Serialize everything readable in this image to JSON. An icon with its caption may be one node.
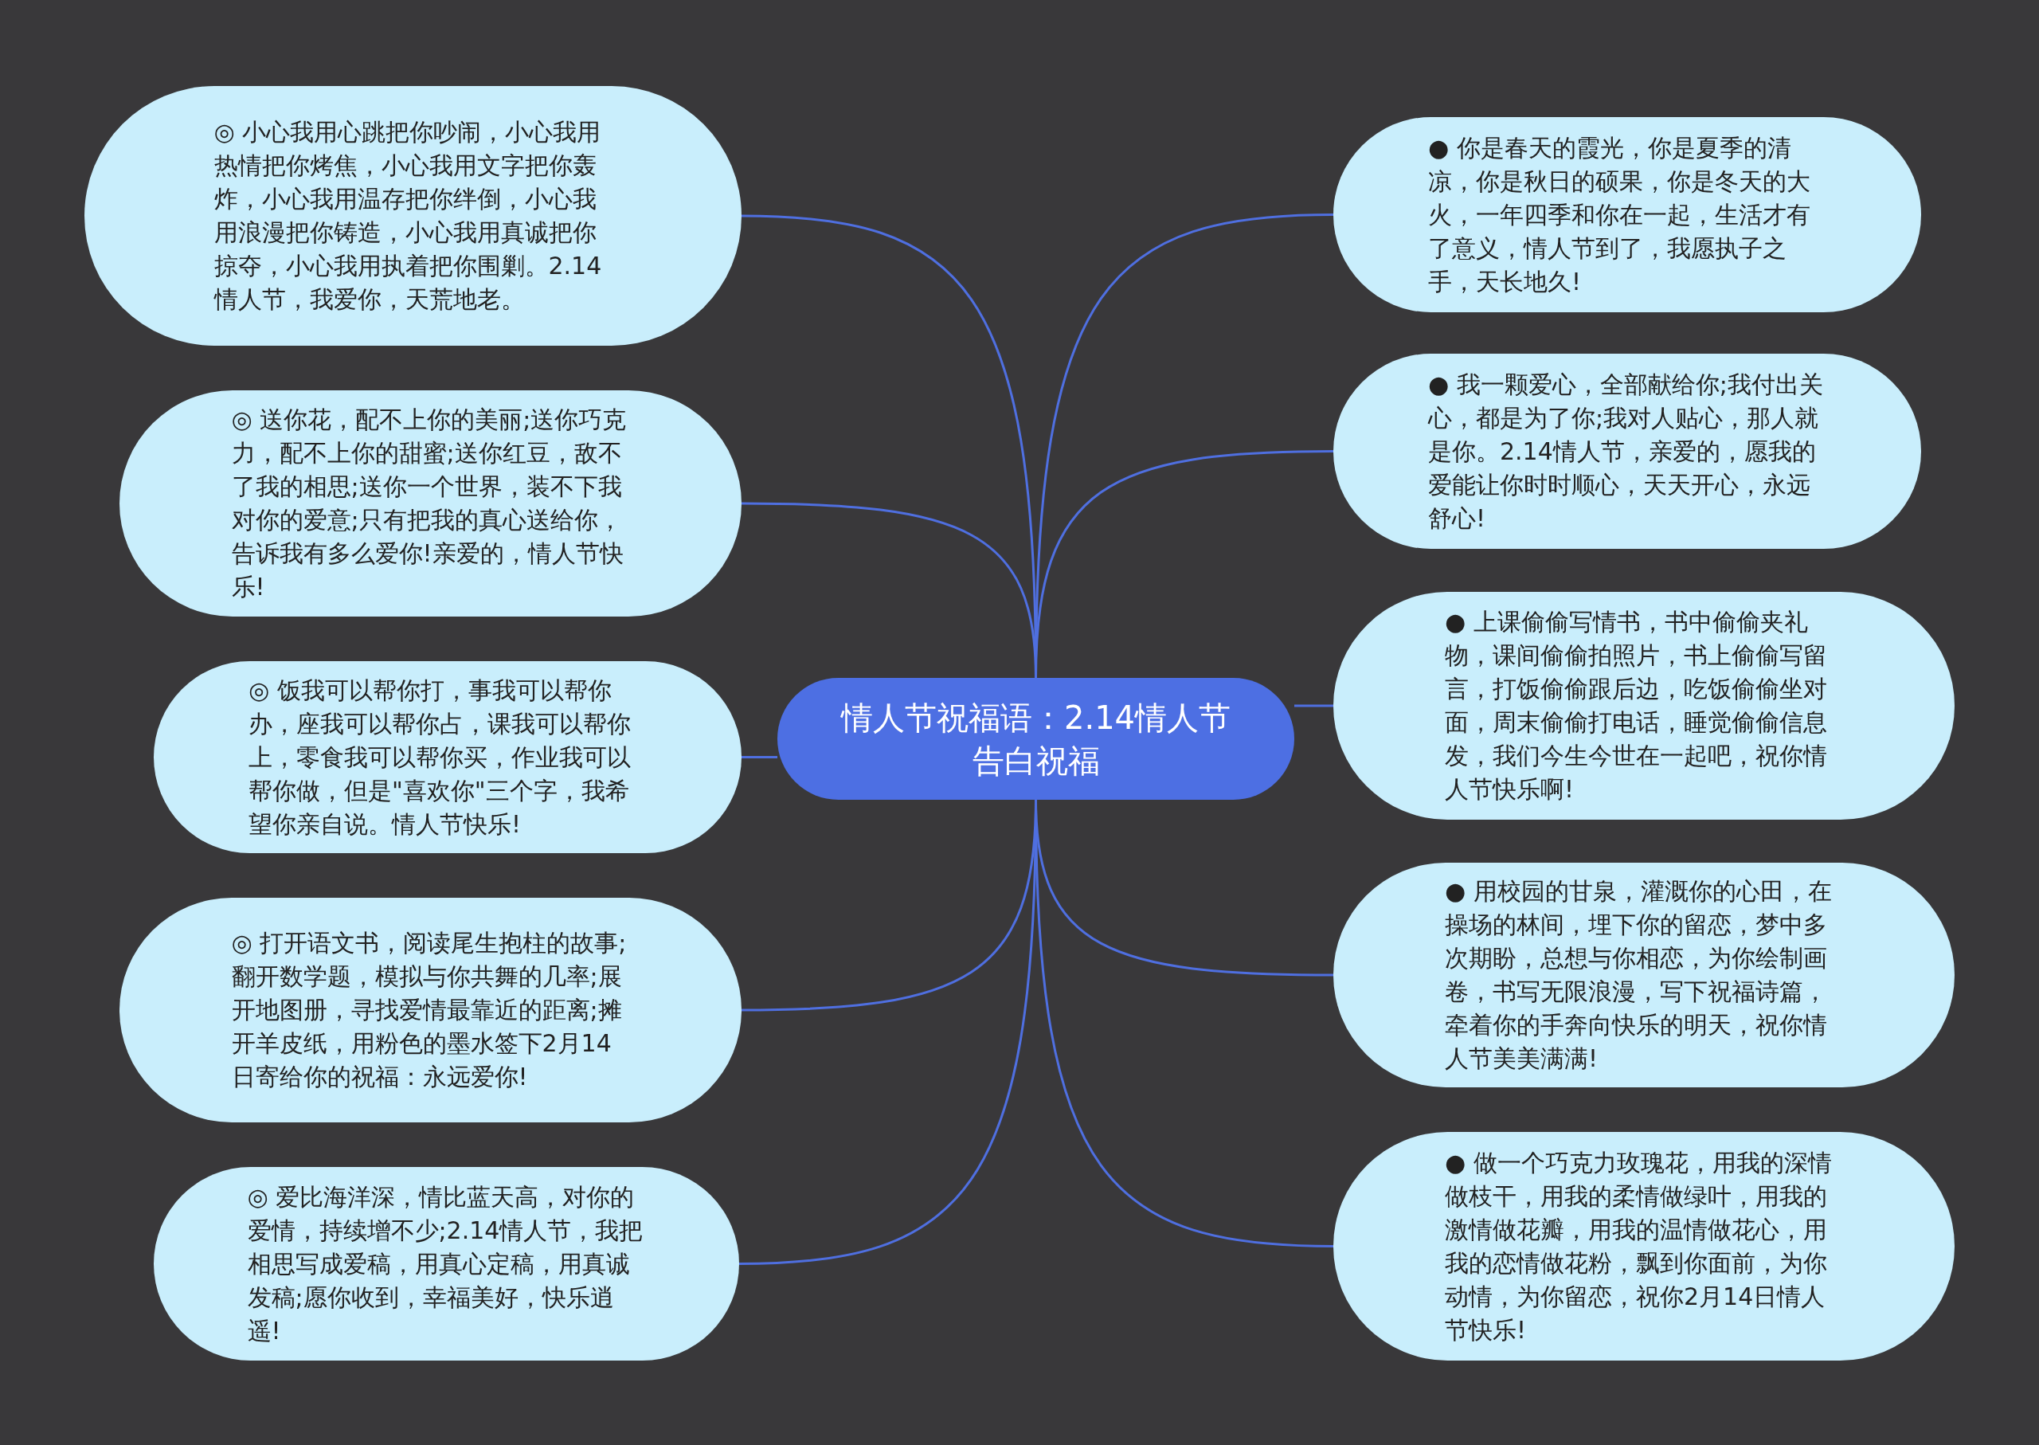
{
  "diagram": {
    "nodes": [
      {
        "text": [
          "情人节祝福语：2.14情人节告白祝福"
        ]
      },
      {
        "text": [
          "◎ 小心我用心跳把你吵闹，小心我用热情把你烤焦，小心我用文字把你轰炸，小心我用温存把你绊倒，小心我用浪漫把你铸造，小心我用真诚把你掠夺，小心我用执着把你围剿。2.14情人节，我爱你，天荒地老。"
        ]
      },
      {
        "text": [
          "◎ 送你花，配不上你的美丽;送你巧克力，配不上你的甜蜜;送你红豆，敌不了我的相思;送你一个世界，装不下我对你的爱意;只有把我的真心送给你，告诉我有多么爱你!亲爱的，情人节快乐!"
        ]
      },
      {
        "text": [
          "◎ 饭我可以帮你打，事我可以帮你办，座我可以帮你占，课我可以帮你上，零食我可以帮你买，作业我可以帮你做，但是\"喜欢你\"三个字，我希望你亲自说。情人节快乐!"
        ]
      },
      {
        "text": [
          "◎ 打开语文书，阅读尾生抱柱的故事;翻开数学题，模拟与你共舞的几率;展开地图册，寻找爱情最靠近的距离;摊开羊皮纸，用粉色的墨水签下2月14日寄给你的祝福：永远爱你!"
        ]
      },
      {
        "text": [
          "◎ 爱比海洋深，情比蓝天高，对你的爱情，持续增不少;2.14情人节，我把相思写成爱稿，用真心定稿，用真诚发稿;愿你收到，幸福美好，快乐逍遥!"
        ]
      },
      {
        "text": [
          "● 你是春天的霞光，你是夏季的清凉，你是秋日的硕果，你是冬天的大火，一年四季和你在一起，生活才有了意义，情人节到了，我愿执子之手，天长地久!"
        ]
      },
      {
        "text": [
          "● 我一颗爱心，全部献给你;我付出关心，都是为了你;我对人贴心，那人就是你。2.14情人节，亲爱的，愿我的爱能让你时时顺心，天天开心，永远舒心!"
        ]
      },
      {
        "text": [
          "● 上课偷偷写情书，书中偷偷夹礼物，课间偷偷拍照片，书上偷偷写留言，打饭偷偷跟后边，吃饭偷偷坐对面，周末偷偷打电话，睡觉偷偷信息发，我们今生今世在一起吧，祝你情人节快乐啊!"
        ]
      },
      {
        "text": [
          "● 用校园的甘泉，灌溉你的心田，在操场的林间，埋下你的留恋，梦中多次期盼，总想与你相恋，为你绘制画卷，书写无限浪漫，写下祝福诗篇，牵着你的手奔向快乐的明天，祝你情人节美美满满!"
        ]
      },
      {
        "text": [
          "● 做一个巧克力玫瑰花，用我的深情做枝干，用我的柔情做绿叶，用我的激情做花瓣，用我的温情做花心，用我的恋情做花粉，飘到你面前，为你动情，为你留恋，祝你2月14日情人节快乐!"
        ]
      }
    ],
    "edges": [
      {
        "from": 0,
        "to": 1,
        "arrow": "none"
      },
      {
        "from": 0,
        "to": 2,
        "arrow": "none"
      },
      {
        "from": 0,
        "to": 3,
        "arrow": "none"
      },
      {
        "from": 0,
        "to": 4,
        "arrow": "none"
      },
      {
        "from": 0,
        "to": 5,
        "arrow": "none"
      },
      {
        "from": 0,
        "to": 6,
        "arrow": "none"
      },
      {
        "from": 0,
        "to": 7,
        "arrow": "none"
      },
      {
        "from": 0,
        "to": 8,
        "arrow": "none"
      },
      {
        "from": 0,
        "to": 9,
        "arrow": "none"
      },
      {
        "from": 0,
        "to": 10,
        "arrow": "none"
      }
    ]
  }
}
